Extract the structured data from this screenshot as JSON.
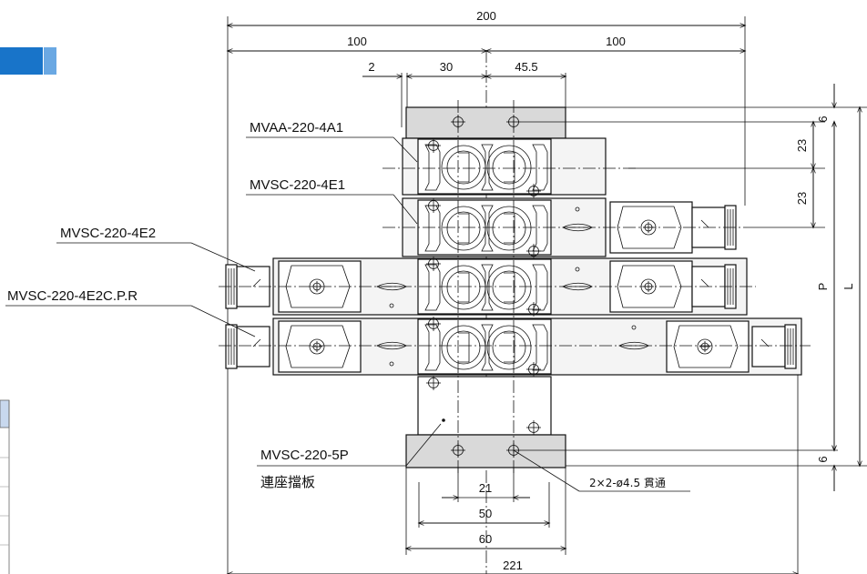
{
  "diagram": {
    "dimensions": {
      "overall_width": "200",
      "left_half": "100",
      "right_half": "100",
      "offset_small": "2",
      "center_offset": "30",
      "right_offset": "45.5",
      "pitch_top": "6",
      "pitch_1": "23",
      "pitch_2": "23",
      "pitch_bottom": "6",
      "height_p": "P",
      "height_l": "L",
      "hole_spacing": "21",
      "base_inner": "50",
      "base_outer": "60",
      "total_width": "221"
    },
    "labels": {
      "top_valve": "MVAA-220-4A1",
      "valve_e1": "MVSC-220-4E1",
      "valve_e2": "MVSC-220-4E2",
      "valve_e2c": "MVSC-220-4E2C.P.R",
      "end_plate_model": "MVSC-220-5P",
      "end_plate_name": "連座擋板",
      "mount_hole": "2×2-ø4.5 貫通"
    }
  }
}
